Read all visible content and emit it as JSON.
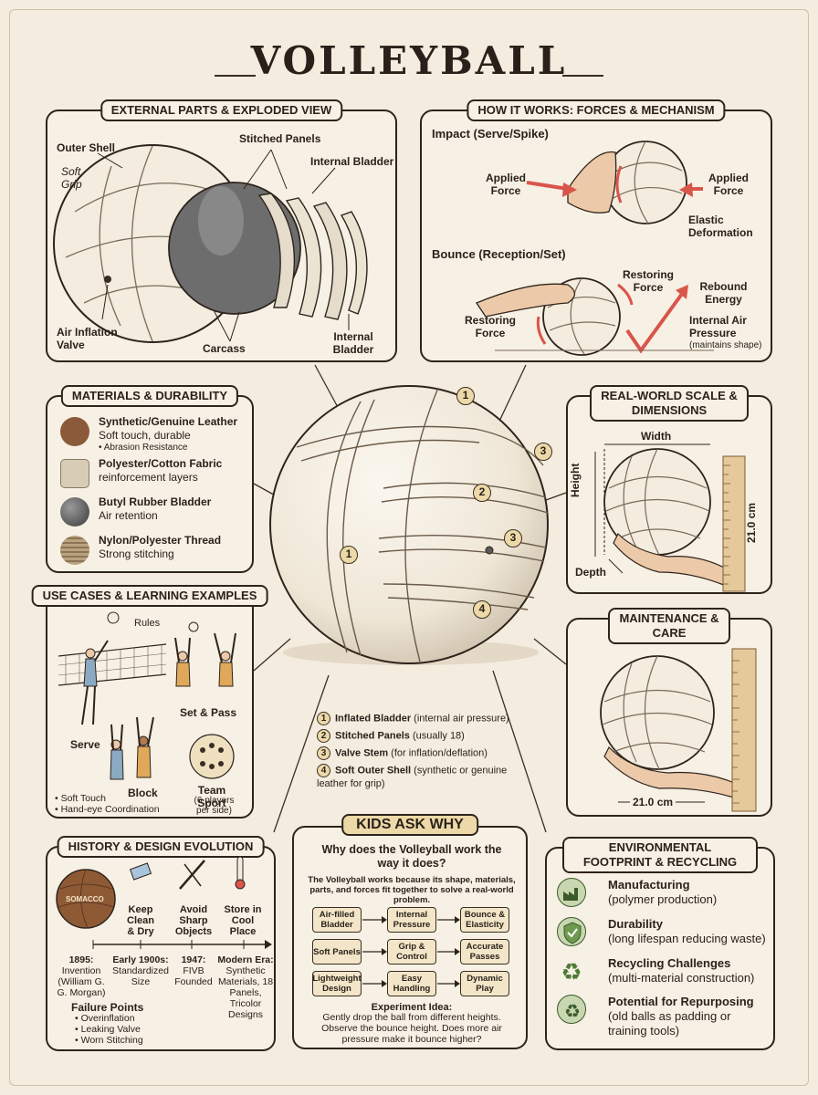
{
  "title": "VOLLEYBALL",
  "external": {
    "title": "EXTERNAL PARTS & EXPLODED VIEW",
    "outer_shell": "Outer Shell",
    "soft_grip": "Soft Grip",
    "stitched_panels": "Stitched Panels",
    "internal_bladder": "Internal Bladder",
    "air_valve": "Air Inflation Valve",
    "carcass": "Carcass",
    "internal_bladder_2": "Internal Bladder"
  },
  "forces": {
    "title": "HOW IT WORKS: FORCES & MECHANISM",
    "impact": "Impact (Serve/Spike)",
    "applied_left": "Applied Force",
    "applied_right": "Applied Force",
    "elastic": "Elastic Deformation",
    "bounce": "Bounce (Reception/Set)",
    "restoring_top": "Restoring Force",
    "rebound": "Rebound Energy",
    "restoring_left": "Restoring Force",
    "internal_air": "Internal Air Pressure",
    "maintains": "(maintains shape)"
  },
  "materials": {
    "title": "MATERIALS & DURABILITY",
    "items": [
      {
        "name": "Synthetic/Genuine Leather",
        "desc": "Soft touch, durable",
        "sub": "• Abrasion Resistance",
        "color": "#8a5a3a"
      },
      {
        "name": "Polyester/Cotton Fabric",
        "desc": "reinforcement layers",
        "sub": "",
        "color": "#d8ccb6"
      },
      {
        "name": "Butyl Rubber Bladder",
        "desc": "Air retention",
        "sub": "",
        "color": "#5a5a5a"
      },
      {
        "name": "Nylon/Polyester Thread",
        "desc": "Strong stitching",
        "sub": "",
        "color": "#b9a27e"
      }
    ]
  },
  "center_markers": [
    "1",
    "2",
    "3",
    "3",
    "1",
    "4"
  ],
  "legend": [
    {
      "num": "1",
      "bold": "Inflated Bladder",
      "rest": " (internal air pressure)"
    },
    {
      "num": "2",
      "bold": "Stitched Panels",
      "rest": " (usually 18)"
    },
    {
      "num": "3",
      "bold": "Valve Stem",
      "rest": " (for inflation/deflation)"
    },
    {
      "num": "4",
      "bold": "Soft Outer Shell",
      "rest": " (synthetic or genuine leather for grip)"
    }
  ],
  "scale": {
    "title": "REAL-WORLD SCALE & DIMENSIONS",
    "width": "Width",
    "height": "Height",
    "depth": "Depth",
    "size": "21.0 cm"
  },
  "maintenance": {
    "title": "MAINTENANCE & CARE",
    "size": "21.0 cm"
  },
  "use_cases": {
    "title": "USE CASES & LEARNING EXAMPLES",
    "rules": "Rules",
    "set_pass": "Set & Pass",
    "serve": "Serve",
    "block": "Block",
    "team": "Team Sport",
    "team_sub": "(6 players per side)",
    "bullets": [
      "• Soft Touch",
      "• Hand-eye Coordination"
    ]
  },
  "history": {
    "title": "HISTORY & DESIGN EVOLUTION",
    "ball_text": "SOMACCO",
    "tips": [
      "Keep Clean & Dry",
      "Avoid Sharp Objects",
      "Store in Cool Place"
    ],
    "timeline": [
      {
        "date": "1895:",
        "desc": "Invention (William G. G. Morgan)"
      },
      {
        "date": "Early 1900s:",
        "desc": "Standardized Size"
      },
      {
        "date": "1947:",
        "desc": "FIVB Founded"
      },
      {
        "date": "Modern Era:",
        "desc": "Synthetic Materials, 18 Panels, Tricolor Designs"
      }
    ],
    "failure_title": "Failure Points",
    "failures": [
      "• Overinflation",
      "• Leaking Valve",
      "• Worn Stitching"
    ]
  },
  "kids": {
    "title": "KIDS ASK WHY",
    "question": "Why does the Volleyball work the way it does?",
    "answer": "The Volleyball works because its shape, materials, parts, and forces fit together to solve a real-world problem.",
    "flows": [
      [
        "Air-filled Bladder",
        "Internal Pressure",
        "Bounce & Elasticity"
      ],
      [
        "Soft Panels",
        "Grip & Control",
        "Accurate Passes"
      ],
      [
        "Lightweight Design",
        "Easy Handling",
        "Dynamic Play"
      ]
    ],
    "experiment_title": "Experiment Idea:",
    "experiment": "Gently drop the ball from different heights. Observe the bounce height. Does more air pressure make it bounce higher?"
  },
  "env": {
    "title": "ENVIRONMENTAL FOOTPRINT & RECYCLING",
    "items": [
      {
        "name": "Manufacturing",
        "desc": "(polymer production)",
        "icon": "factory-icon"
      },
      {
        "name": "Durability",
        "desc": "(long lifespan reducing waste)",
        "icon": "shield-check-icon"
      },
      {
        "name": "Recycling Challenges",
        "desc": "(multi-material construction)",
        "icon": "recycle-icon"
      },
      {
        "name": "Potential for Repurposing",
        "desc": "(old balls as padding or training tools)",
        "icon": "recycle-icon"
      }
    ]
  },
  "colors": {
    "ink": "#2e241c",
    "paper": "#f4ecdf",
    "accent_red": "#d9554a",
    "badge": "#edd9a8",
    "green": "#3b5a2b"
  }
}
